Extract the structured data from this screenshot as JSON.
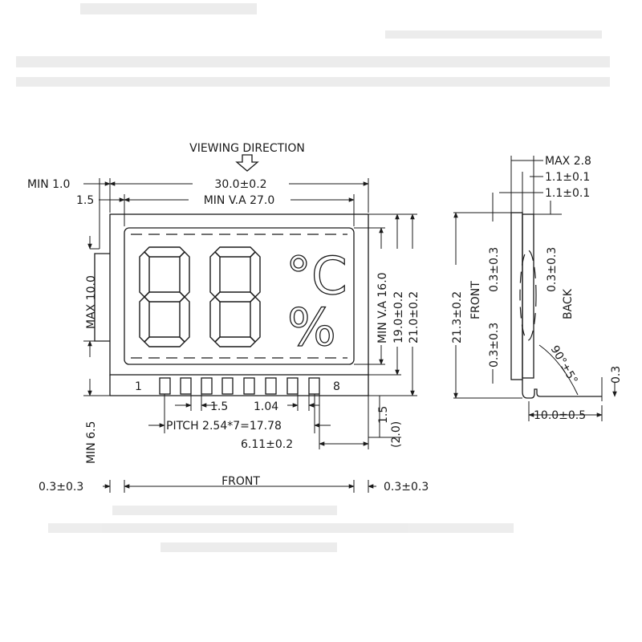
{
  "viewing_direction": "VIEWING DIRECTION",
  "front_view": {
    "min_1_0": "MIN  1.0",
    "side_1_5": "1.5",
    "width_30": "30.0±0.2",
    "min_va_27": "MIN V.A 27.0",
    "max_10": "MAX  10.0",
    "min_va_16": "MIN V.A 16.0",
    "h_19": "19.0±0.2",
    "h_21": "21.0±0.2",
    "pin_1": "1",
    "pin_8": "8",
    "pin_1_5": "1.5",
    "pin_1_04": "1.04",
    "pitch": "PITCH  2.54*7=17.78",
    "pin_width": "6.11±0.2",
    "pin_len_1_5": "1.5",
    "pin_len_2_0": "(2.0)",
    "min_6_5": "MIN  6.5",
    "degree_c": "°C",
    "percent": "%"
  },
  "side_view": {
    "max_2_8": "MAX  2.8",
    "t_1_1_a": "1.1±0.1",
    "t_1_1_b": "1.1±0.1",
    "h_21_3": "21.3±0.2",
    "front": "FRONT",
    "tol_0_3_a": "0.3±0.3",
    "tol_0_3_b": "0.3±0.3",
    "tol_0_3_c": "0.3±0.3",
    "back": "BACK",
    "angle": "90°±5°",
    "lead_0_3": "0.3",
    "lead_10": "10.0±0.5"
  },
  "bottom": {
    "left_tol": "0.3±0.3",
    "front": "FRONT",
    "right_tol": "0.3±0.3"
  }
}
